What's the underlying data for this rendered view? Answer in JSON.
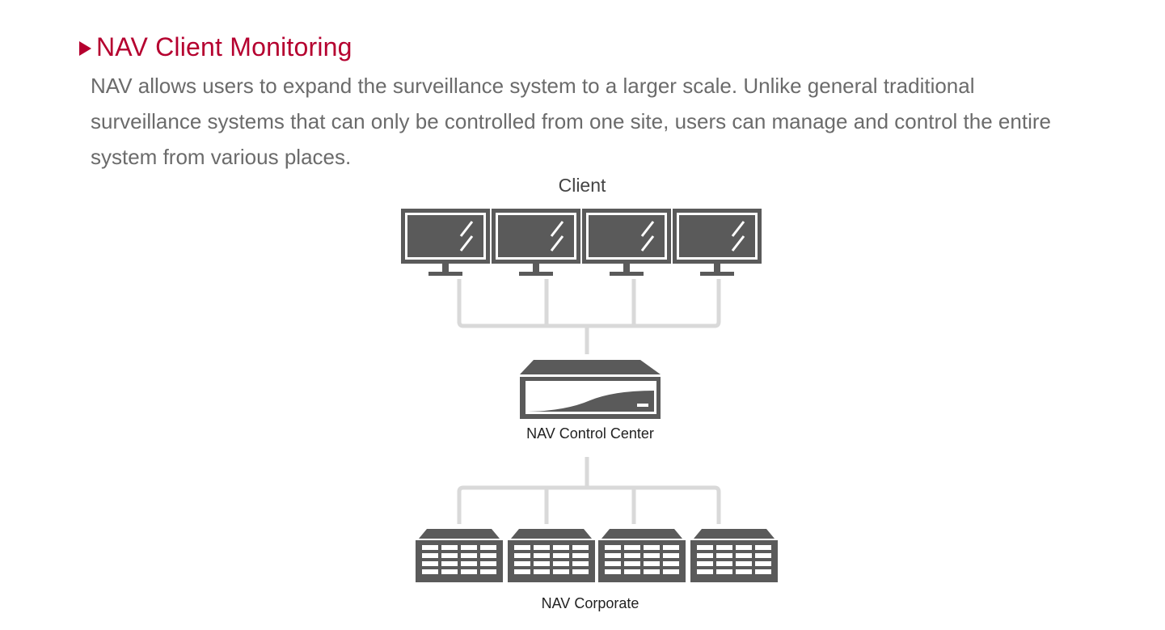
{
  "section": {
    "title": "NAV Client Monitoring",
    "description": "NAV allows users to expand the surveillance system to a larger scale. Unlike general traditional surveillance systems that can only be controlled from one site, users can manage and control the entire system from various places."
  },
  "diagram": {
    "client_label": "Client",
    "control_center_label": "NAV Control Center",
    "corporate_label": "NAV Corporate",
    "monitor_count": 4,
    "storage_count": 4,
    "colors": {
      "accent": "#b5002f",
      "device": "#5a5a5a",
      "line": "#d8d8d8",
      "text": "#6b6b6b"
    }
  }
}
